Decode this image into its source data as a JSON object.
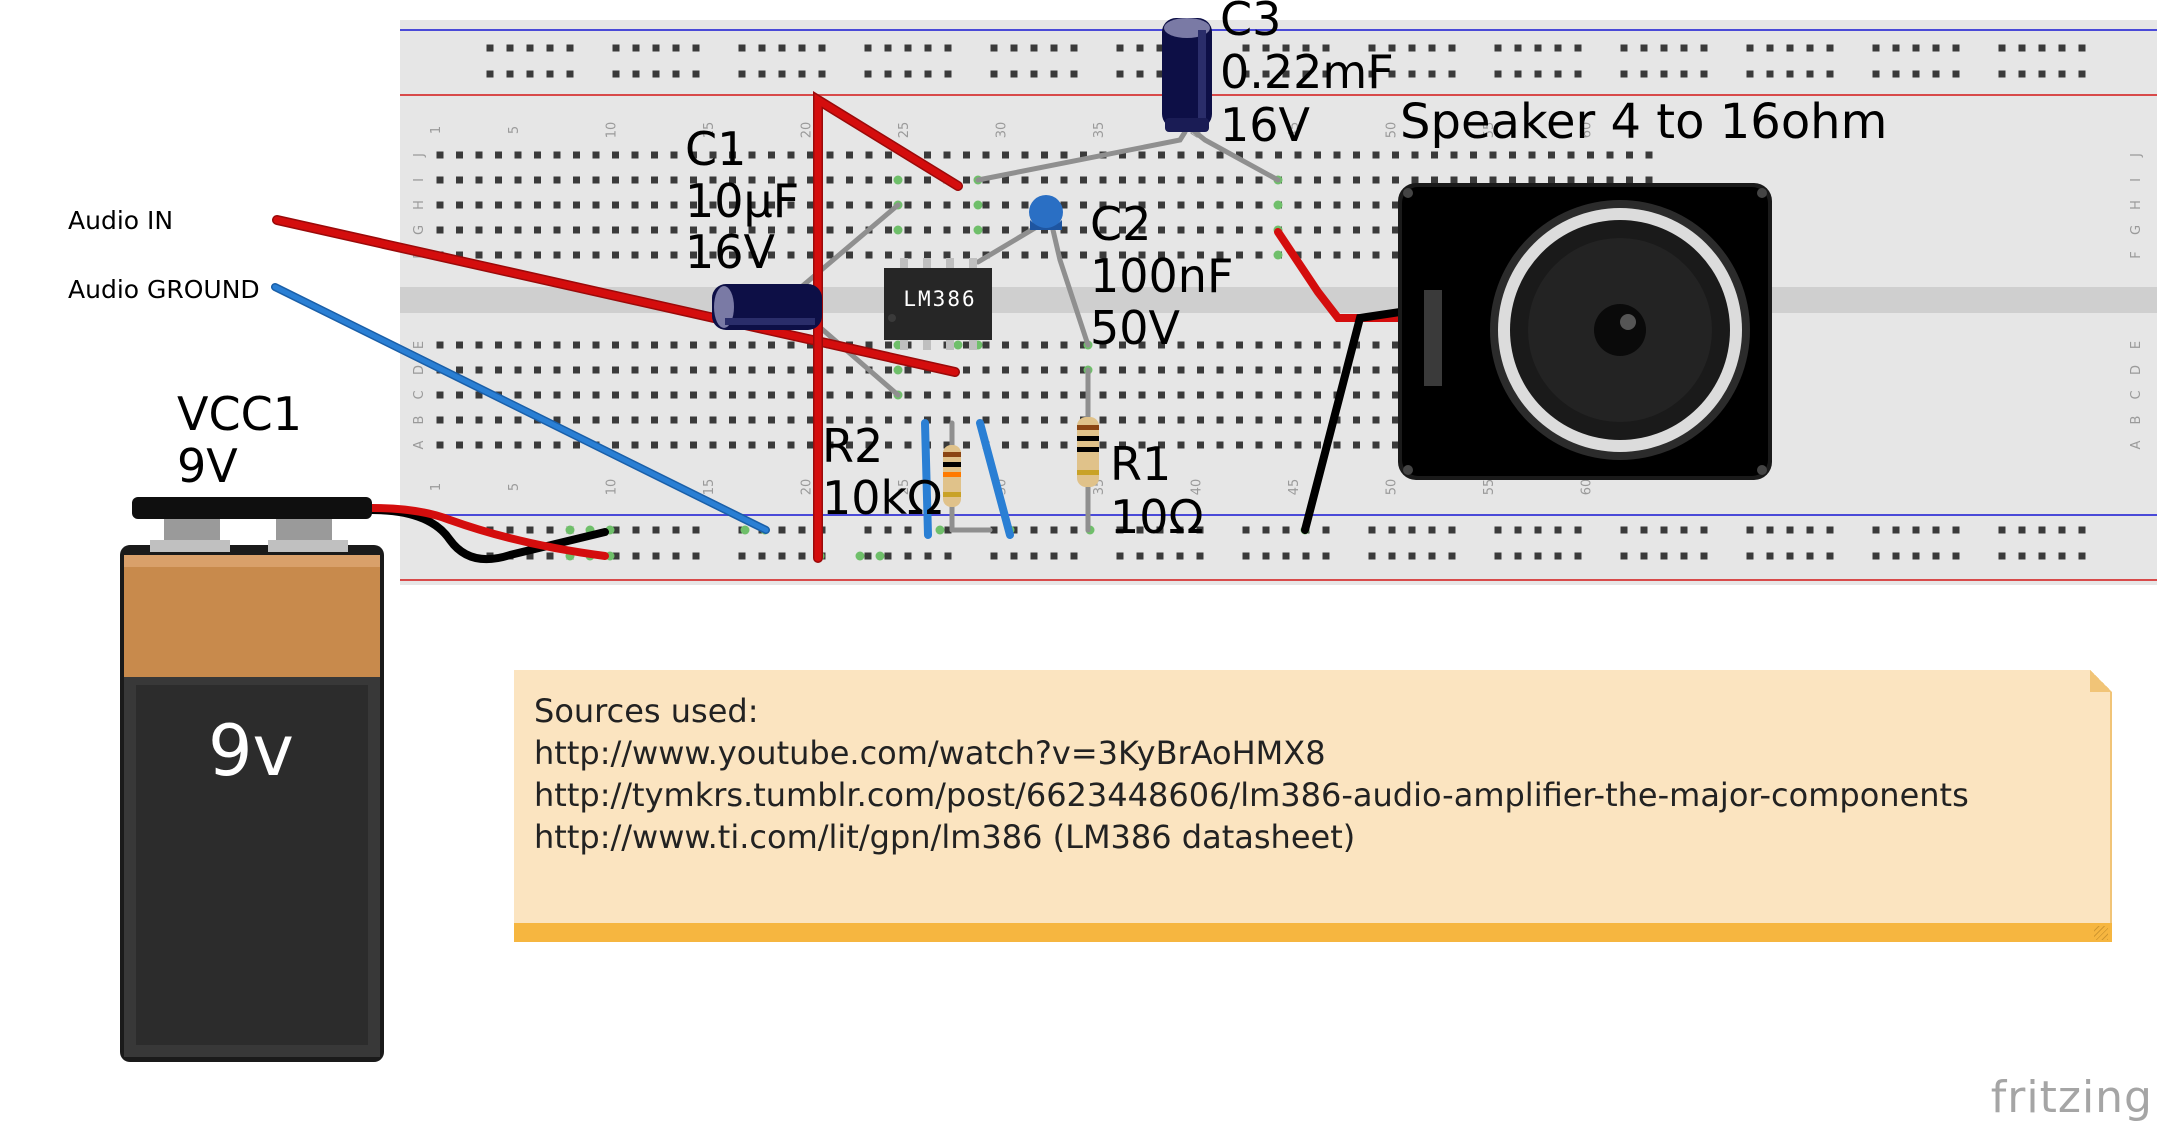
{
  "labels": {
    "c3": [
      "C3",
      "0.22mF",
      "16V"
    ],
    "speaker": "Speaker 4 to 16ohm",
    "c1": [
      "C1",
      "10µF",
      "16V"
    ],
    "c2": [
      "C2",
      "100nF",
      "50V"
    ],
    "r2": [
      "R2",
      "10kΩ"
    ],
    "r1": [
      "R1",
      "10Ω"
    ],
    "vcc": [
      "VCC1",
      "9V"
    ],
    "audio_in": "Audio IN",
    "audio_ground": "Audio GROUND",
    "ic": "LM386",
    "battery": "9v"
  },
  "breadboard": {
    "col_numbers": [
      "1",
      "5",
      "10",
      "15",
      "20",
      "25",
      "30",
      "35",
      "40",
      "45",
      "50",
      "55",
      "60"
    ],
    "row_letters_top": [
      "J",
      "I",
      "H",
      "G",
      "F"
    ],
    "row_letters_bottom": [
      "E",
      "D",
      "C",
      "B",
      "A"
    ]
  },
  "note": {
    "lines": [
      "Sources used:",
      "http://www.youtube.com/watch?v=3KyBrAoHMX8",
      "http://tymkrs.tumblr.com/post/6623448606/lm386-audio-amplifier-the-major-components",
      "http://www.ti.com/lit/gpn/lm386 (LM386 datasheet)"
    ]
  },
  "watermark": "fritzing",
  "colors": {
    "wire_red": "#d40d0d",
    "wire_blue": "#2a7fd4",
    "wire_black": "#000000",
    "breadboard": "#e6e6e6",
    "rail_blue_line": "#4a4ad8",
    "rail_red_line": "#d84a4a",
    "note_bg": "#fbe4c0",
    "note_strip": "#f6b640"
  }
}
